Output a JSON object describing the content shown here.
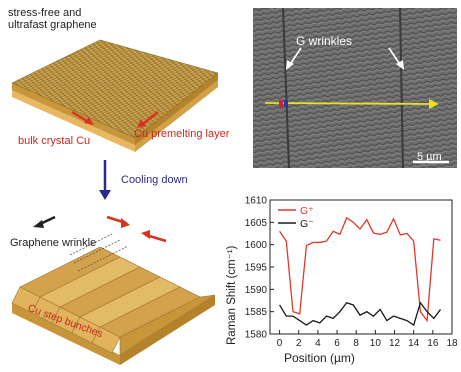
{
  "top_schematic": {
    "label_graphene": "stress-free and\nultrafast graphene",
    "label_bulk": "bulk crystal Cu",
    "label_premelt": "Cu premelting layer"
  },
  "process": {
    "cooling_label": "Cooling down"
  },
  "bottom_schematic": {
    "label_wrinkle": "Graphene wrinkle",
    "label_step": "Cu step bunches"
  },
  "micrograph": {
    "label_wrinkles": "G wrinkles",
    "scale_bar": "5 µm"
  },
  "colors": {
    "copper_top": "#d9a94a",
    "copper_side": "#c8963a",
    "graphene": "#6b5a2a",
    "arrow_red": "#d9321f",
    "arrow_blue": "#2a2a8c",
    "g_plus": "#e0382a",
    "g_minus": "#1a1a1a"
  },
  "chart_data": {
    "type": "line",
    "xlabel": "Position (µm)",
    "ylabel": "Raman Shift (cm⁻¹)",
    "xlim": [
      -1,
      18
    ],
    "ylim": [
      1580,
      1610
    ],
    "xticks": [
      0,
      2,
      4,
      6,
      8,
      10,
      12,
      14,
      16,
      18
    ],
    "yticks": [
      1580,
      1585,
      1590,
      1595,
      1600,
      1605,
      1610
    ],
    "legend": "top-left",
    "series": [
      {
        "name": "G⁺",
        "color": "#e0382a",
        "x": [
          0,
          0.7,
          1.4,
          2.1,
          2.8,
          3.5,
          4.2,
          4.9,
          5.6,
          6.3,
          7.0,
          7.7,
          8.4,
          9.1,
          9.8,
          10.5,
          11.2,
          11.9,
          12.6,
          13.3,
          14.0,
          14.7,
          15.4,
          16.1,
          16.8
        ],
        "y": [
          1603.0,
          1600.8,
          1585.0,
          1584.5,
          1599.8,
          1600.5,
          1600.5,
          1600.8,
          1603.0,
          1602.3,
          1606.0,
          1605.0,
          1603.5,
          1605.6,
          1602.6,
          1602.3,
          1602.8,
          1605.8,
          1602.2,
          1602.5,
          1600.8,
          1585.0,
          1583.0,
          1601.3,
          1601.0
        ]
      },
      {
        "name": "G⁻",
        "color": "#1a1a1a",
        "x": [
          0,
          0.7,
          1.4,
          2.1,
          2.8,
          3.5,
          4.2,
          4.9,
          5.6,
          6.3,
          7.0,
          7.7,
          8.4,
          9.1,
          9.8,
          10.5,
          11.2,
          11.9,
          12.6,
          13.3,
          14.0,
          14.7,
          15.4,
          16.1,
          16.8
        ],
        "y": [
          1586.5,
          1584.0,
          1584.0,
          1583.0,
          1582.0,
          1583.0,
          1582.5,
          1584.0,
          1583.5,
          1585.0,
          1587.0,
          1586.5,
          1584.2,
          1585.0,
          1584.0,
          1585.5,
          1583.0,
          1584.0,
          1583.5,
          1583.0,
          1582.0,
          1587.0,
          1585.0,
          1583.5,
          1585.5
        ]
      }
    ]
  }
}
